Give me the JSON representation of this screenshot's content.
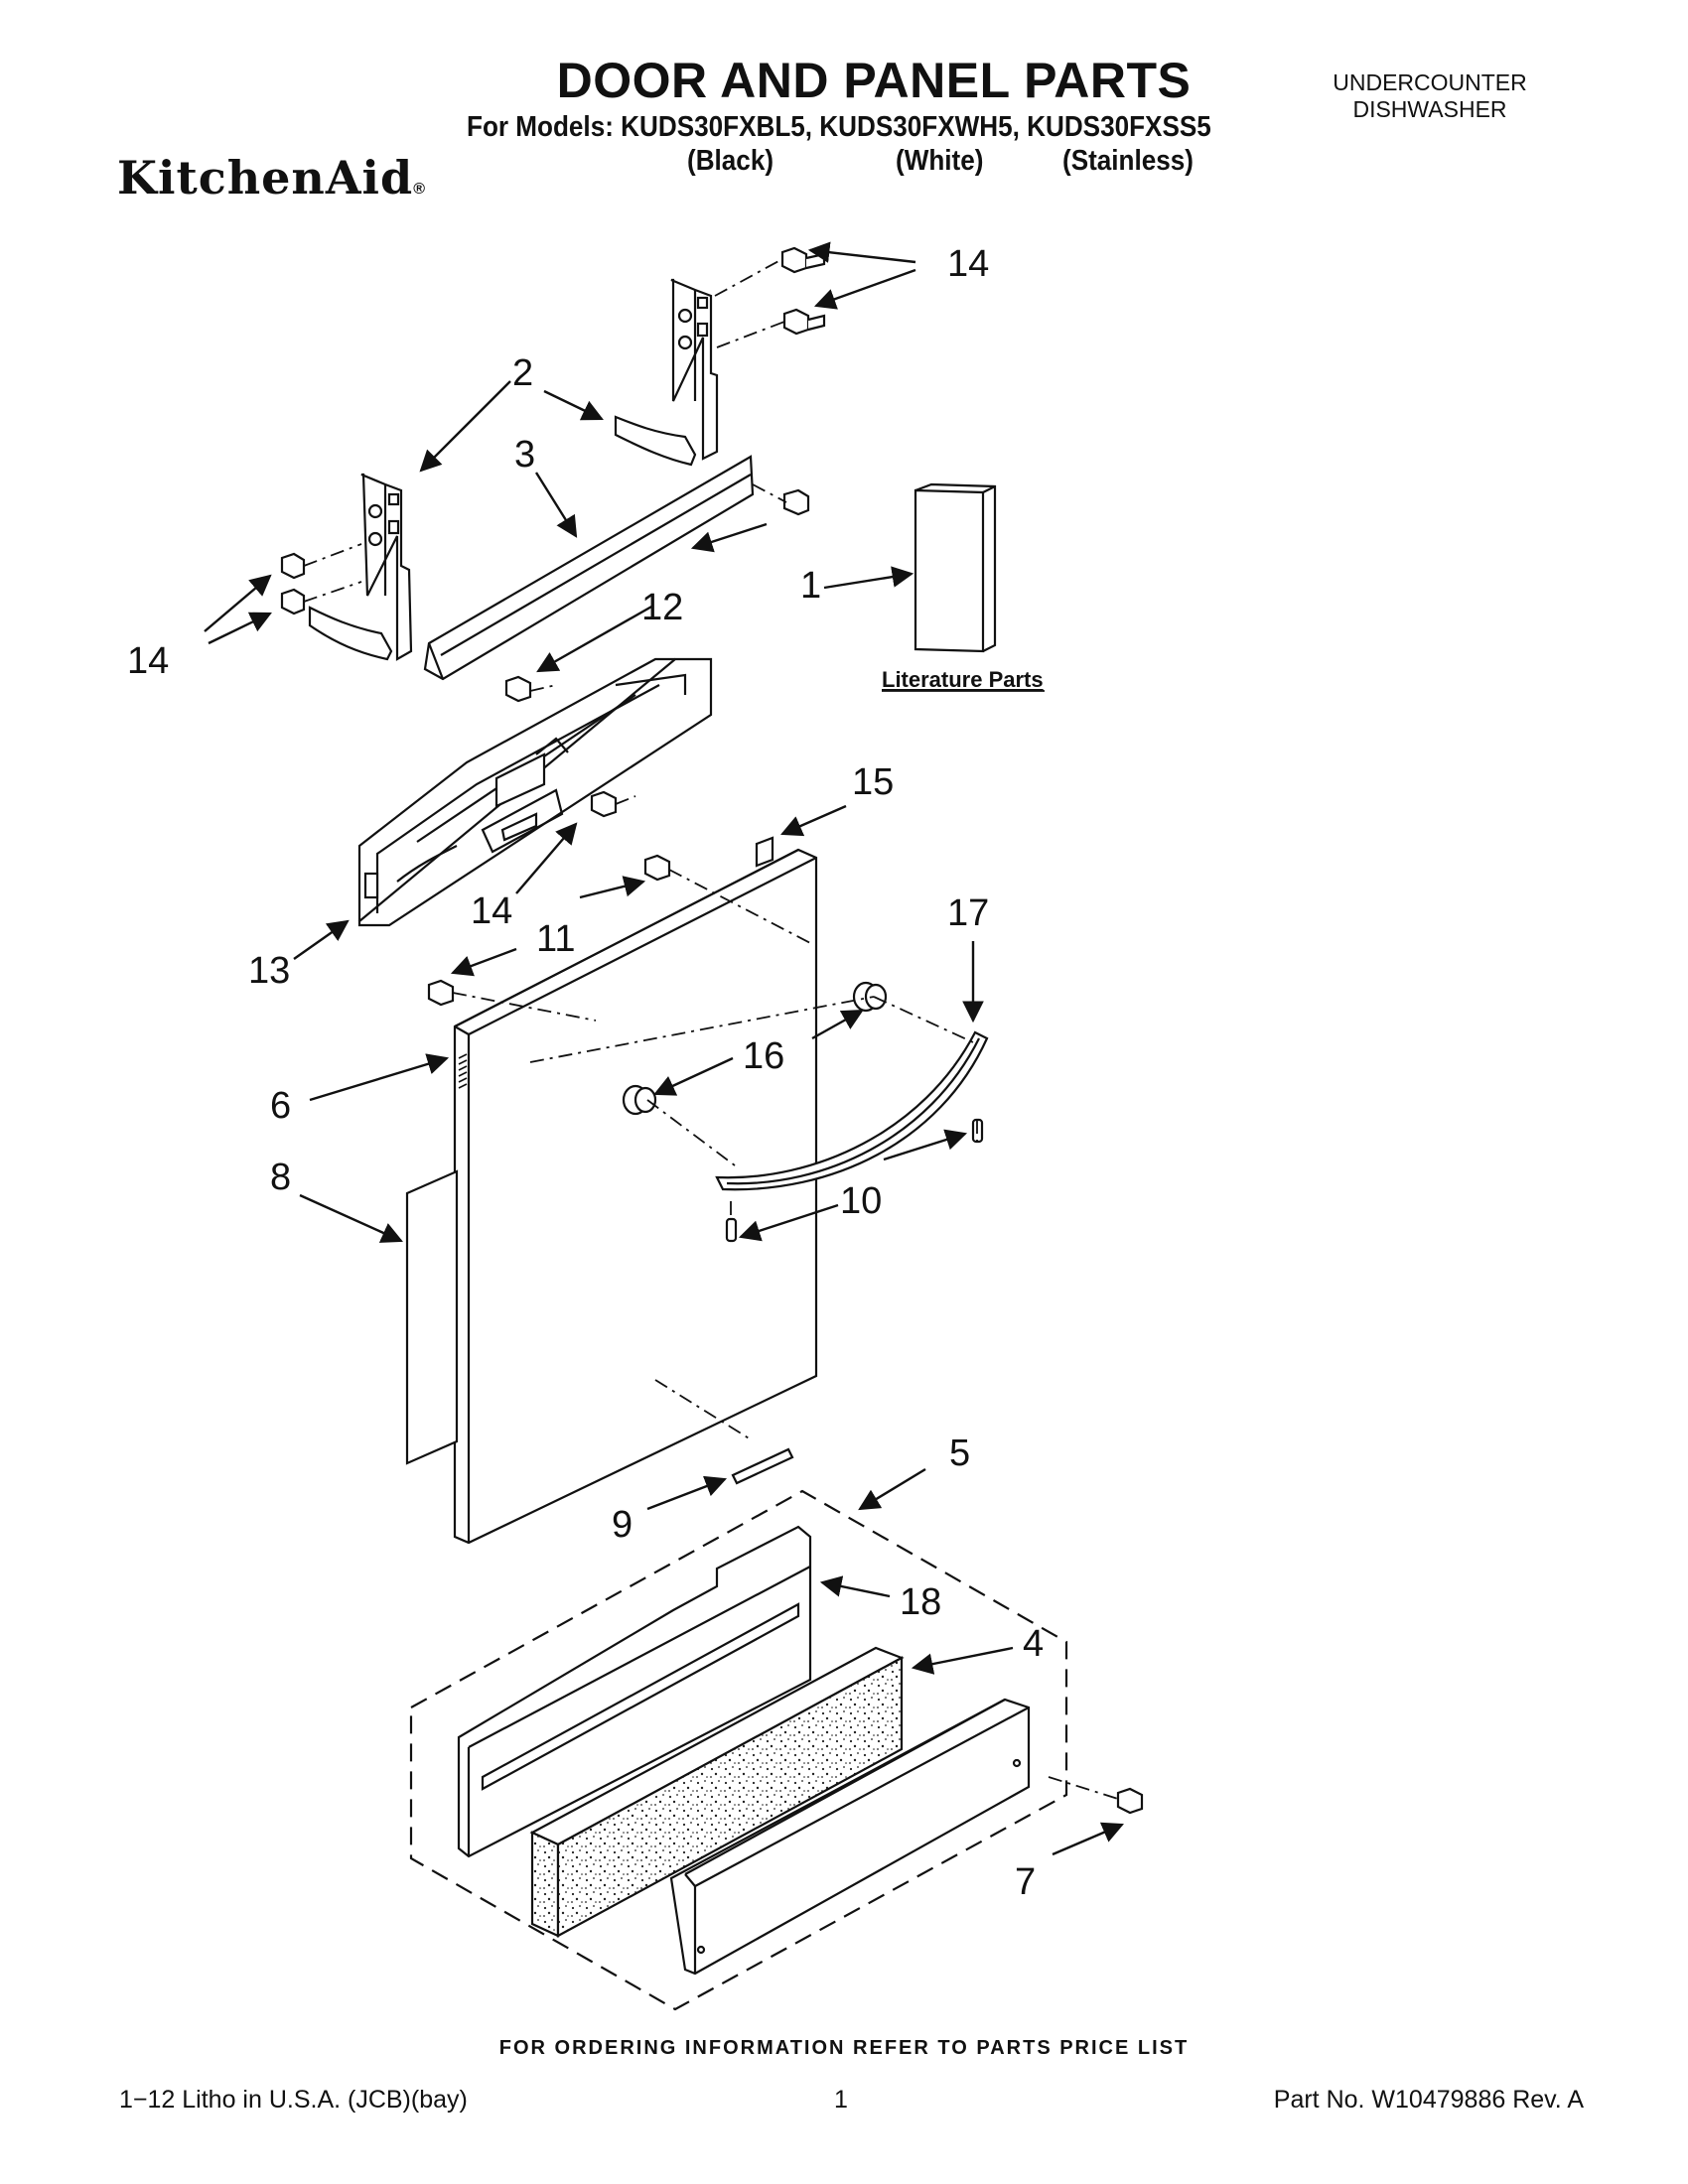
{
  "header": {
    "title": "DOOR AND PANEL PARTS",
    "models_line": "For Models: KUDS30FXBL5, KUDS30FXWH5, KUDS30FXSS5",
    "variants": [
      "(Black)",
      "(White)",
      "(Stainless)"
    ],
    "category_line1": "UNDERCOUNTER",
    "category_line2": "DISHWASHER",
    "brand": "KitchenAid",
    "brand_mark": "®"
  },
  "diagram": {
    "literature_label": "Literature Parts",
    "callouts": [
      "14",
      "2",
      "3",
      "1",
      "12",
      "14",
      "15",
      "14",
      "13",
      "11",
      "17",
      "16",
      "6",
      "8",
      "10",
      "9",
      "5",
      "18",
      "4",
      "7"
    ]
  },
  "footer": {
    "ordering_note": "FOR ORDERING INFORMATION REFER TO PARTS PRICE LIST",
    "litho": "1−12 Litho in U.S.A. (JCB)(bay)",
    "page_number": "1",
    "part_number": "Part No. W10479886 Rev. A"
  },
  "colors": {
    "ink": "#111111",
    "paper": "#ffffff"
  }
}
